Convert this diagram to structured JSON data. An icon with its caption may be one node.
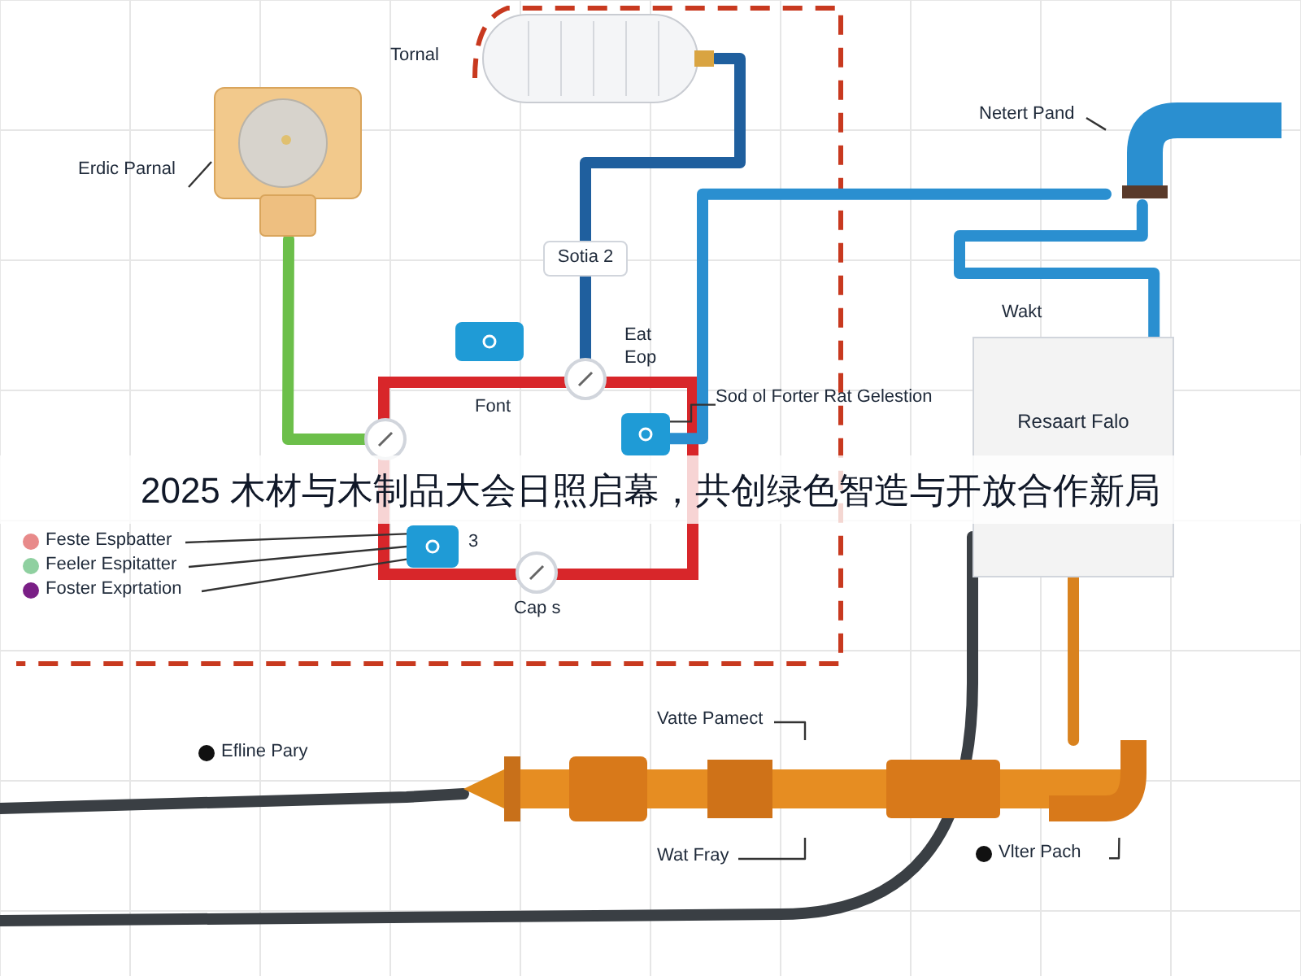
{
  "diagram": {
    "title": "2025 木材与木制品大会日照启幕，共创绿色智造与开放合作新局",
    "nodes": [
      {
        "text": [],
        "shape": "picture",
        "beside": [
          "Tornal"
        ]
      },
      {
        "text": [
          "Erdic Parnal"
        ]
      },
      {
        "text": [],
        "shape": "picture"
      },
      {
        "text": [
          "Sotia 2"
        ]
      },
      {
        "text": [],
        "shape": "circle",
        "beside": [
          "Eat Eop"
        ]
      },
      {
        "text": [],
        "shape": "box",
        "beside": [
          "Font"
        ]
      },
      {
        "text": [],
        "shape": "circle"
      },
      {
        "text": [
          "Sod ol Forter Rat Gelestion"
        ]
      },
      {
        "text": [],
        "shape": "box"
      },
      {
        "text": [
          "Netert Pand"
        ]
      },
      {
        "text": [],
        "shape": "picture"
      },
      {
        "text": [
          "Resaart Falo"
        ],
        "beside": [
          "Wakt"
        ]
      },
      {
        "text": [
          "Feste Espbatter"
        ]
      },
      {
        "text": [
          "Feeler Espitatter"
        ]
      },
      {
        "text": [
          "Foster Exprtation"
        ]
      },
      {
        "text": [],
        "shape": "box",
        "beside": [
          "3"
        ]
      },
      {
        "text": [],
        "shape": "circle",
        "beside": [
          "Cap s"
        ]
      },
      {
        "text": [
          "Efline Pary"
        ]
      },
      {
        "text": [
          "Vatte Pamect"
        ]
      },
      {
        "text": [],
        "shape": "picture"
      },
      {
        "text": [
          "Wat Fray"
        ]
      },
      {
        "text": [
          "Vlter Pach"
        ]
      }
    ],
    "edges": [
      {
        "from": 1,
        "to": 2,
        "arrow": "none"
      },
      {
        "from": 2,
        "to": 6,
        "arrow": "none",
        "style": "thick",
        "color": "#6cbf4a"
      },
      {
        "from": 0,
        "to": 3,
        "arrow": "none",
        "style": "thick",
        "color": "#1f5f9e"
      },
      {
        "from": 3,
        "to": 4,
        "arrow": "none",
        "style": "thick",
        "color": "#1f5f9e"
      },
      {
        "from": 8,
        "to": 10,
        "arrow": "none",
        "style": "thick",
        "color": "#2a8fd0"
      },
      {
        "from": 10,
        "to": 11,
        "arrow": "none",
        "style": "thick",
        "color": "#2a8fd0"
      },
      {
        "from": 9,
        "to": 10,
        "arrow": "none"
      },
      {
        "from": 7,
        "to": 8,
        "arrow": "none"
      },
      {
        "from": 12,
        "to": 15,
        "arrow": "none"
      },
      {
        "from": 13,
        "to": 15,
        "arrow": "none"
      },
      {
        "from": 14,
        "to": 15,
        "arrow": "none"
      },
      {
        "from": null,
        "to": 19,
        "arrow": "none",
        "style": "thick",
        "color": "#3a3f44"
      },
      {
        "from": 11,
        "to": 19,
        "arrow": "none",
        "style": "thick",
        "color": "#d9821e"
      },
      {
        "from": 18,
        "to": 19,
        "arrow": "none"
      },
      {
        "from": 20,
        "to": 19,
        "arrow": "none"
      },
      {
        "from": 21,
        "to": 19,
        "arrow": "none"
      }
    ]
  }
}
